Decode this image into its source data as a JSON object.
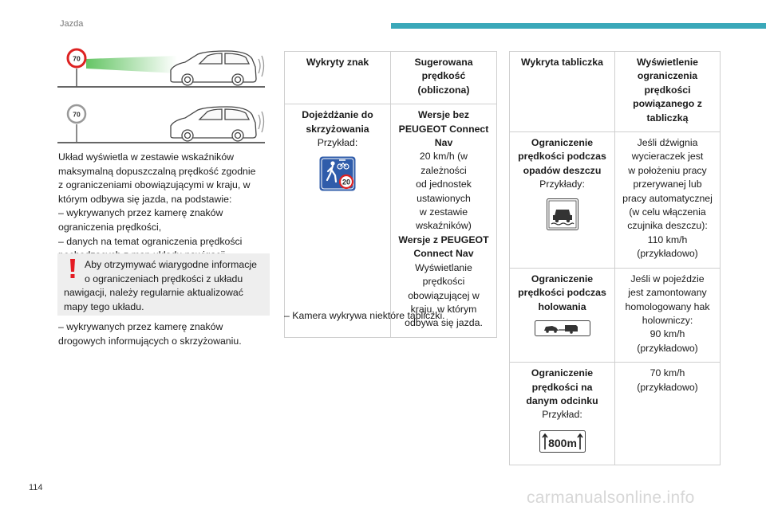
{
  "header": {
    "section": "Jazda",
    "accent": "#3aa8b9"
  },
  "footer": {
    "page_number": "114",
    "watermark": "carmanualsonline.info"
  },
  "illustrations": [
    {
      "sign_value": "70",
      "sign_style": "speed-limit-red"
    },
    {
      "sign_value": "70",
      "sign_style": "speed-limit-grey"
    }
  ],
  "intro": {
    "lines": [
      "Układ wyświetla w zestawie wskaźników",
      "maksymalną dopuszczalną prędkość zgodnie",
      "z ograniczeniami obowiązującymi w kraju, w",
      "którym odbywa się jazda, na podstawie:",
      "– wykrywanych przez kamerę znaków",
      "ograniczenia prędkości,",
      "– danych na temat ograniczenia prędkości",
      "pochodzących z map układu nawigacji,"
    ]
  },
  "notice": {
    "line1": "Aby otrzymywać wiarygodne informacje",
    "line2": "o ograniczeniach prędkości z układu",
    "line3": "nawigacji, należy regularnie aktualizować",
    "line4": "mapy tego układu.",
    "color": "#e41b23"
  },
  "after_notice": {
    "line1": "– wykrywanych przez kamerę znaków",
    "line2": "drogowych informujących o skrzyżowaniu."
  },
  "table1": {
    "head_col1": "Wykryty znak",
    "head_col2": [
      "Sugerowana",
      "prędkość",
      "(obliczona)"
    ],
    "row": {
      "sign_title": [
        "Dojeżdżanie do",
        "skrzyżowania"
      ],
      "sign_example": "Przykład:",
      "sign_icon": "pedestrian-bicycle-zone-20-sign",
      "sign_number": "20",
      "v1_title": [
        "Wersje bez",
        "PEUGEOT Connect",
        "Nav"
      ],
      "v1_text": [
        "20 km/h (w",
        "zależności",
        "od jednostek",
        "ustawionych",
        "w zestawie",
        "wskaźników)"
      ],
      "v2_title": [
        "Wersje z PEUGEOT",
        "Connect Nav"
      ],
      "v2_text": [
        "Wyświetlanie",
        "prędkości",
        "obowiązującej w",
        "kraju, w którym",
        "odbywa się jazda."
      ]
    }
  },
  "dash_note": "– Kamera wykrywa niektóre tabliczki.",
  "table2": {
    "head_col1": "Wykryta tabliczka",
    "head_col2": [
      "Wyświetlenie",
      "ograniczenia",
      "prędkości",
      "powiązanego z",
      "tabliczką"
    ],
    "rows": [
      {
        "title": [
          "Ograniczenie",
          "prędkości podczas",
          "opadów deszczu"
        ],
        "example": "Przykłady:",
        "icon": "car-on-wet-road-icon",
        "value": [
          "Jeśli dźwignia",
          "wycieraczek jest",
          "w położeniu pracy",
          "przerywanej lub",
          "pracy automatycznej",
          "(w celu włączenia",
          "czujnika deszczu):",
          "110 km/h",
          "(przykładowo)"
        ]
      },
      {
        "title": [
          "Ograniczenie",
          "prędkości podczas",
          "holowania"
        ],
        "example": "",
        "icon": "car-towing-trailer-icon",
        "value": [
          "Jeśli w pojeździe",
          "jest zamontowany",
          "homologowany hak",
          "holowniczy:",
          "90 km/h",
          "(przykładowo)"
        ]
      },
      {
        "title": [
          "Ograniczenie",
          "prędkości na",
          "danym odcinku"
        ],
        "example": "Przykład:",
        "icon": "distance-800m-panel-icon",
        "icon_text": "800m",
        "value": [
          "70 km/h",
          "(przykładowo)"
        ]
      }
    ]
  }
}
